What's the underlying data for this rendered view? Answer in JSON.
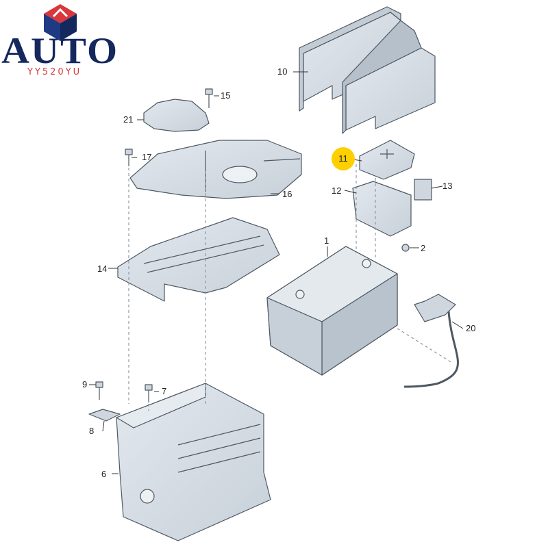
{
  "logo": {
    "text": "AUTO",
    "subtext": "YY520YU",
    "icon": "cube-logo-icon",
    "colors": {
      "navy": "#14285e",
      "red": "#d8373c"
    }
  },
  "callouts": [
    {
      "label": "1"
    },
    {
      "label": "2"
    },
    {
      "label": "6"
    },
    {
      "label": "7"
    },
    {
      "label": "8"
    },
    {
      "label": "9"
    },
    {
      "label": "10"
    },
    {
      "label": "11"
    },
    {
      "label": "12"
    },
    {
      "label": "13"
    },
    {
      "label": "14"
    },
    {
      "label": "15"
    },
    {
      "label": "16"
    },
    {
      "label": "17"
    },
    {
      "label": "20"
    },
    {
      "label": "21"
    }
  ],
  "highlight_color": "#ffcf00",
  "part_color": "#d7dee6",
  "stroke_color": "#4d5862"
}
